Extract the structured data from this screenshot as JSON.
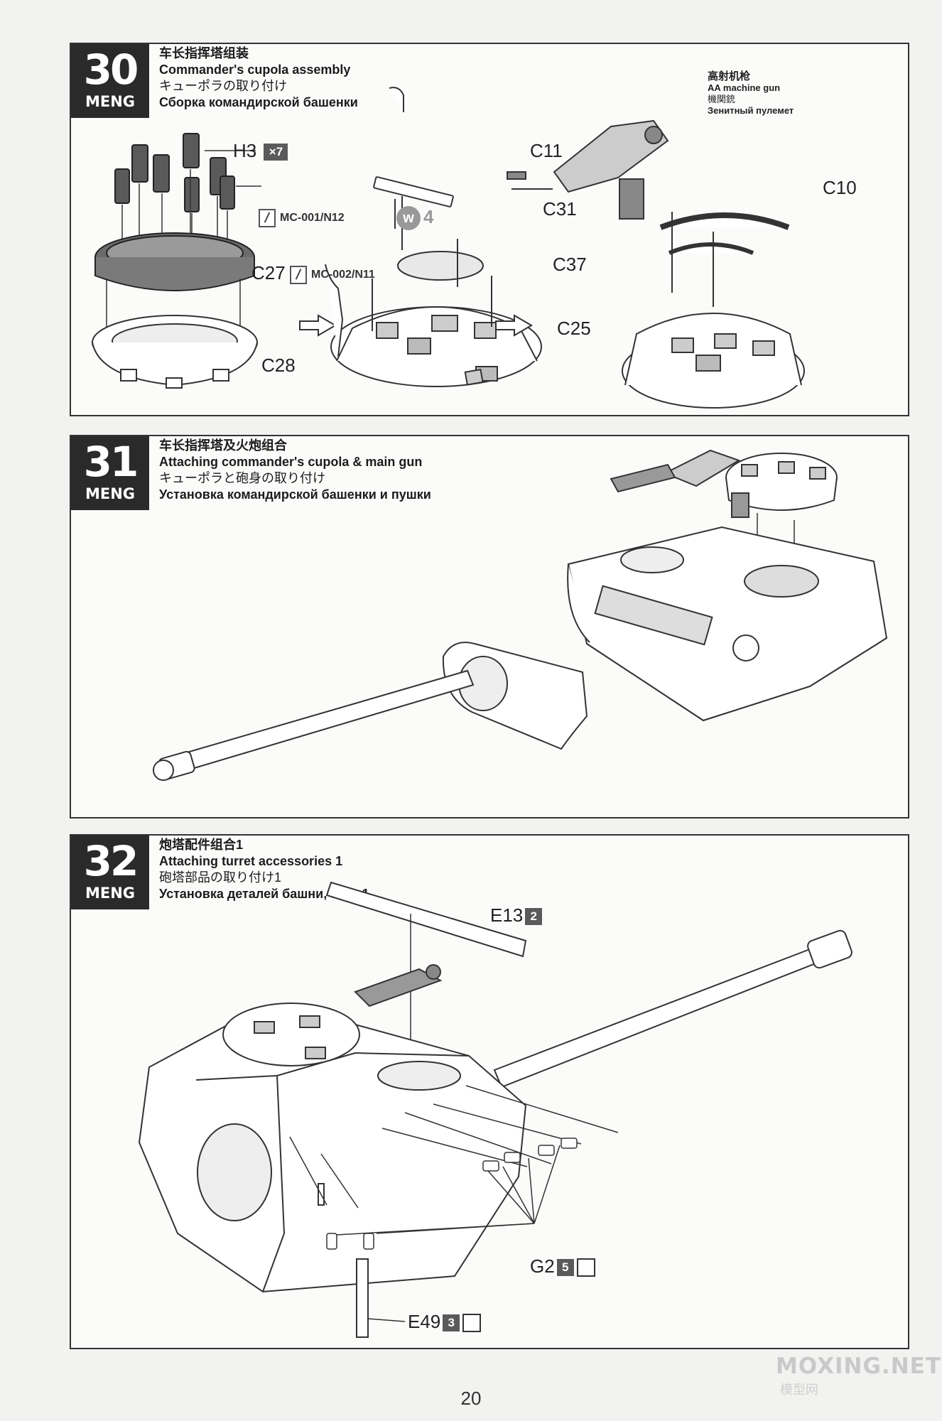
{
  "page_number": "20",
  "watermark": {
    "text": "MOXING.NET",
    "sub": "模型网"
  },
  "steps": [
    {
      "number": "30",
      "brand": "MENG",
      "title_zh": "车长指挥塔组装",
      "title_en": "Commander's cupola assembly",
      "title_ja": "キューポラの取り付け",
      "title_ru": "Сборка командирской башенки",
      "callouts": {
        "h3": "H3",
        "h3_qty": "×7",
        "mc001": "MC-001/N12",
        "c27": "C27",
        "mc002": "MC-002/N11",
        "c28": "C28",
        "w4": "4",
        "c11": "C11",
        "c31": "C31",
        "c37": "C37",
        "c25": "C25",
        "c10": "C10"
      },
      "aa_label": {
        "zh": "高射机枪",
        "en": "AA machine gun",
        "ja": "機関銃",
        "ru": "Зенитный пулемет"
      }
    },
    {
      "number": "31",
      "brand": "MENG",
      "title_zh": "车长指挥塔及火炮组合",
      "title_en": "Attaching commander's cupola & main gun",
      "title_ja": "キューポラと砲身の取り付け",
      "title_ru": "Установка командирской башенки и пушки"
    },
    {
      "number": "32",
      "brand": "MENG",
      "title_zh": "炮塔配件组合1",
      "title_en": "Attaching turret accessories 1",
      "title_ja": "砲塔部品の取り付け1",
      "title_ru": "Установка деталей башни, этап 1",
      "callouts": {
        "e13": "E13",
        "e13_qty": "2",
        "g2": "G2",
        "g2_qty": "5",
        "e49": "E49",
        "e49_qty": "3"
      }
    }
  ]
}
